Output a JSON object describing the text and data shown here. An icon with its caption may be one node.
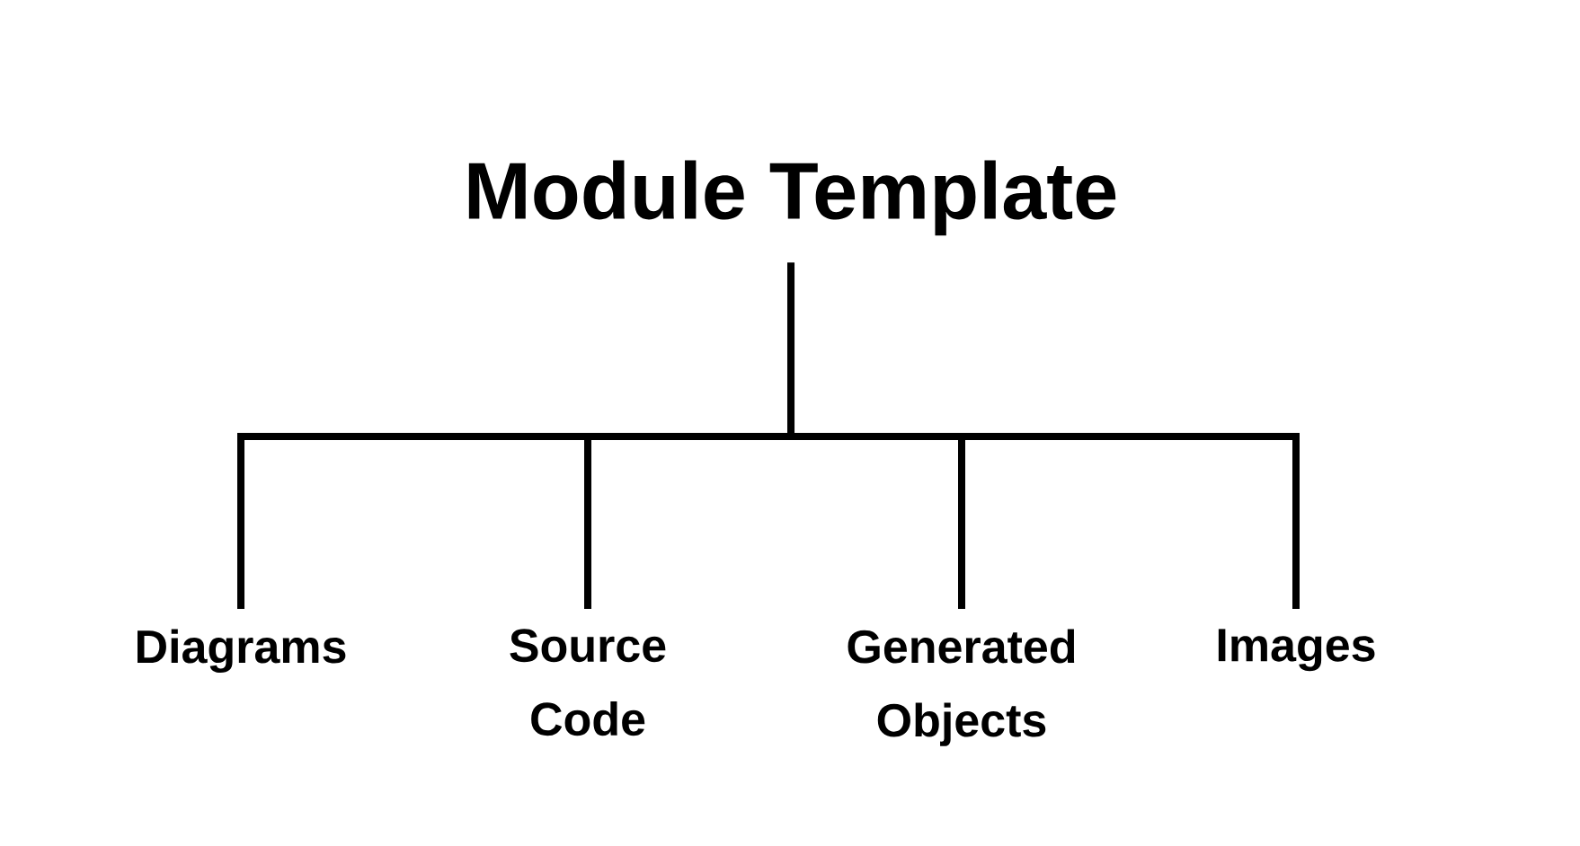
{
  "diagram": {
    "nodes": [
      {
        "text": [
          "Module Template"
        ]
      },
      {
        "text": [
          "Diagrams"
        ]
      },
      {
        "text": [
          "Source Code"
        ]
      },
      {
        "text": [
          "Generated Objects"
        ]
      },
      {
        "text": [
          "Images"
        ]
      }
    ],
    "edges": [
      {
        "from": 0,
        "to": 1,
        "arrow": "none"
      },
      {
        "from": 0,
        "to": 2,
        "arrow": "none"
      },
      {
        "from": 0,
        "to": 3,
        "arrow": "none"
      },
      {
        "from": 0,
        "to": 4,
        "arrow": "none"
      }
    ]
  }
}
